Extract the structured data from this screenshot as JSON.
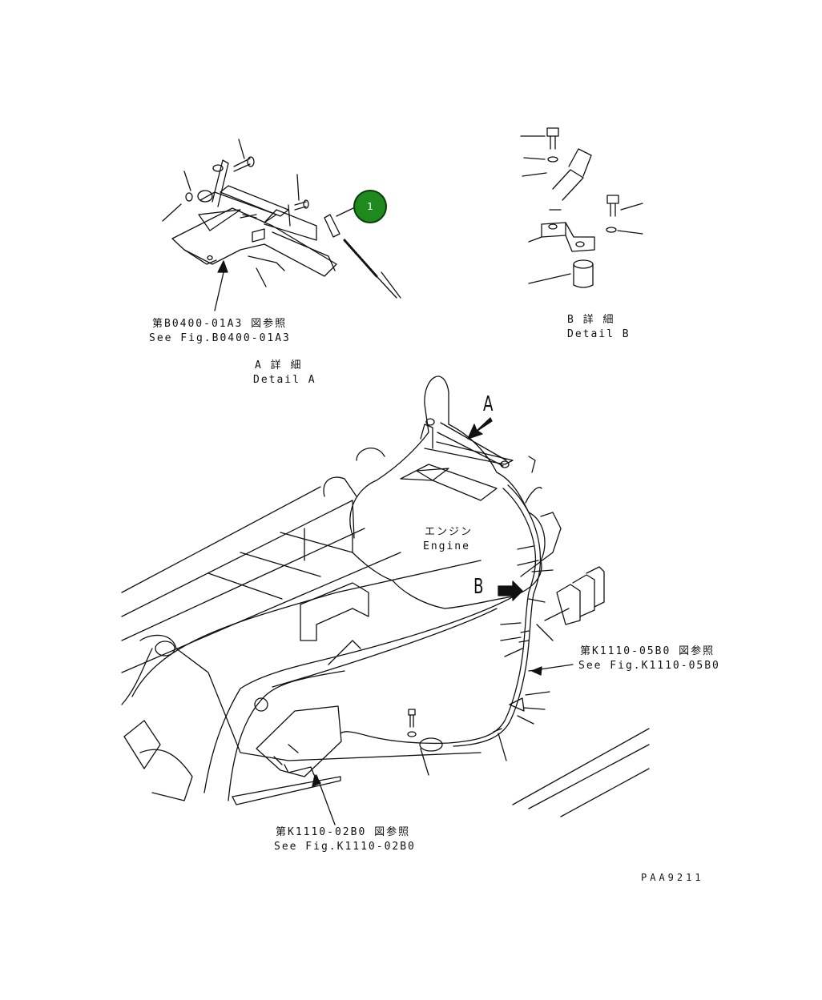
{
  "callout": {
    "number": "1"
  },
  "refs": {
    "b0400": {
      "jp": "第B0400-01A3 図参照",
      "en": "See Fig.B0400-01A3"
    },
    "k1110_05": {
      "jp": "第K1110-05B0 図参照",
      "en": "See Fig.K1110-05B0"
    },
    "k1110_02": {
      "jp": "第K1110-02B0 図参照",
      "en": "See Fig.K1110-02B0"
    }
  },
  "details": {
    "a": {
      "jp": "A 詳 細",
      "en": "Detail A"
    },
    "b": {
      "jp": "B 詳 細",
      "en": "Detail B"
    }
  },
  "engine": {
    "jp": "エンジン",
    "en": "Engine"
  },
  "view_letters": {
    "a": "A",
    "b": "B"
  },
  "drawing_code": "PAA9211",
  "colors": {
    "callout_fill": "#1e8a1e",
    "line": "#111111"
  }
}
